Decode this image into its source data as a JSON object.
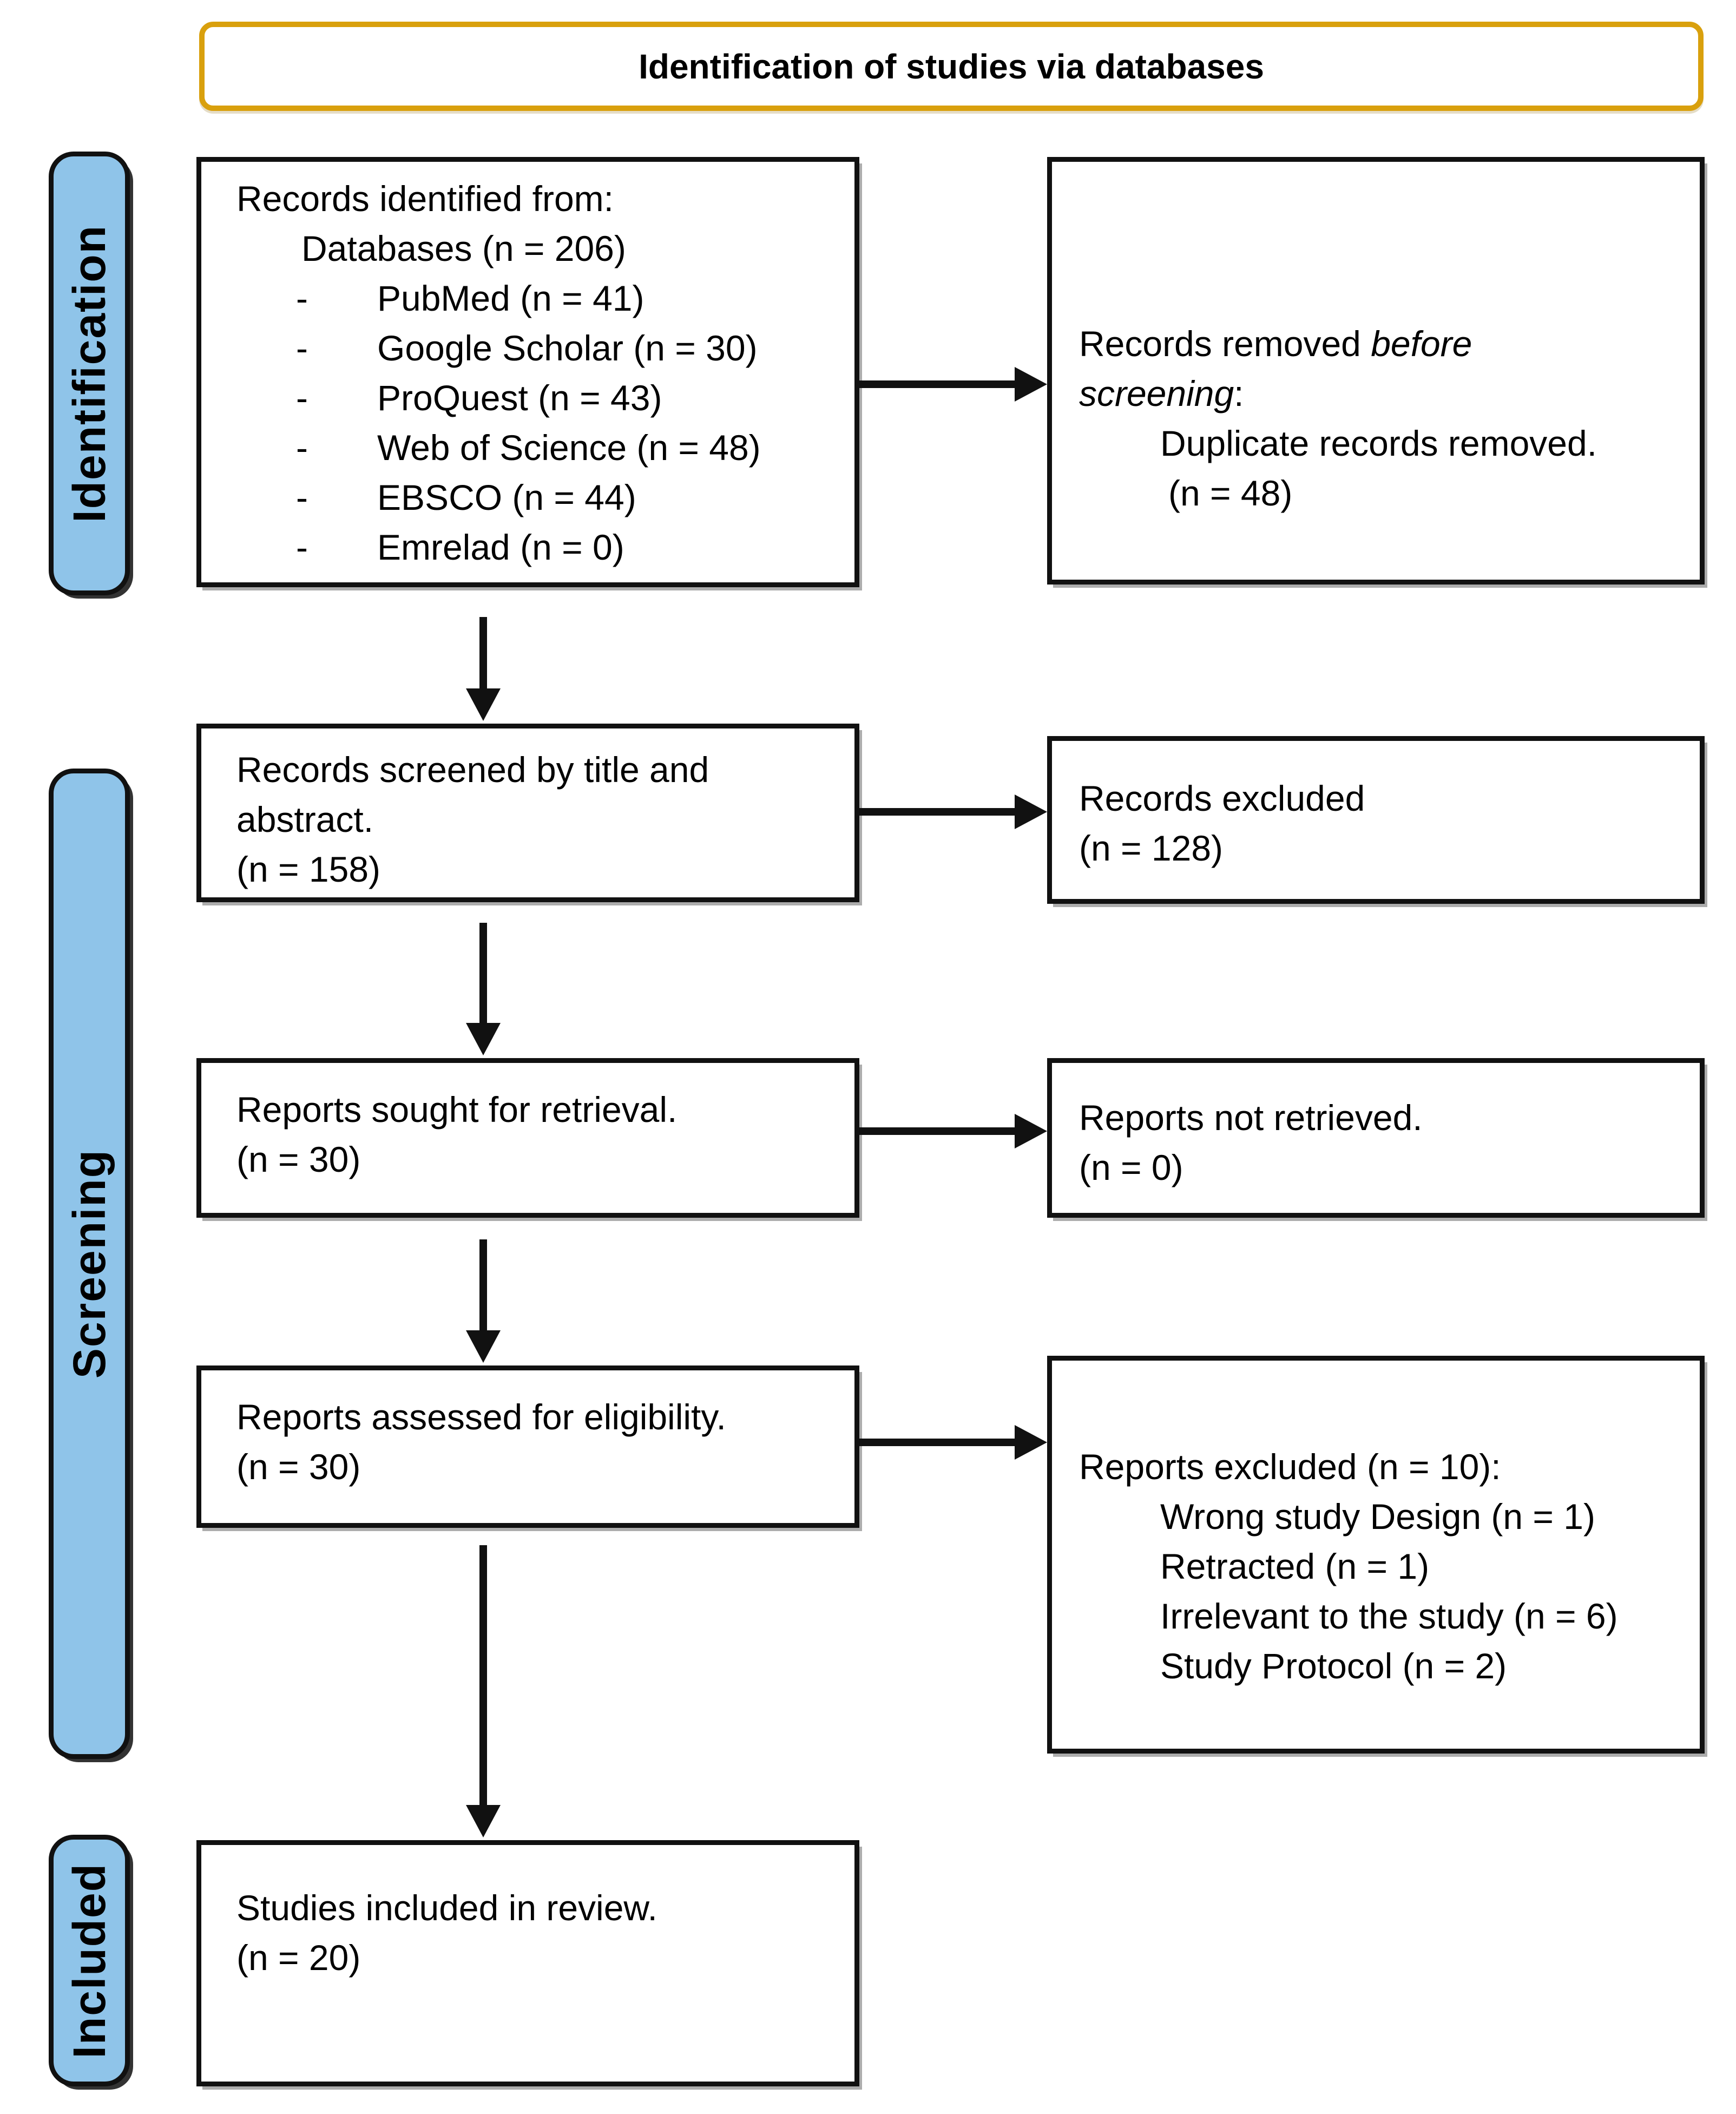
{
  "title": "Identification of studies via databases",
  "sidebar": {
    "identification": "Identification",
    "screening": "Screening",
    "included": "Included"
  },
  "flow": {
    "records_identified": {
      "heading": "Records identified from:",
      "subheading": "Databases (n = 206)",
      "bullet_marker": "-",
      "bullets": [
        "PubMed (n = 41)",
        "Google Scholar (n = 30)",
        "ProQuest (n = 43)",
        "Web of Science (n = 48)",
        "EBSCO (n = 44)",
        "Emrelad (n = 0)"
      ]
    },
    "records_removed": {
      "line1_text": "Records removed ",
      "line1_italic": "before",
      "line2_italic": "screening",
      "line2_text": ":",
      "detail": "Duplicate records removed.",
      "count": "(n = 48)"
    },
    "records_screened": {
      "text": "Records screened by title and abstract.",
      "count": "(n = 158)"
    },
    "records_excluded": {
      "text": "Records excluded",
      "count": "(n = 128)"
    },
    "reports_sought": {
      "text": "Reports sought for retrieval.",
      "count": "(n = 30)"
    },
    "reports_not_retrieved": {
      "text": "Reports not retrieved.",
      "count": "(n = 0)"
    },
    "reports_assessed": {
      "text": "Reports assessed for eligibility.",
      "count": "(n = 30)"
    },
    "reports_excluded": {
      "heading": "Reports excluded (n = 10):",
      "reasons": [
        "Wrong study Design (n = 1)",
        "Retracted (n = 1)",
        "Irrelevant to the study (n = 6)",
        "Study Protocol (n = 2)"
      ]
    },
    "studies_included": {
      "text": "Studies included in review.",
      "count": "(n = 20)"
    }
  },
  "colors": {
    "sidebar_fill": "#8FC4E9",
    "title_border": "#D9A00D",
    "line": "#111111"
  }
}
